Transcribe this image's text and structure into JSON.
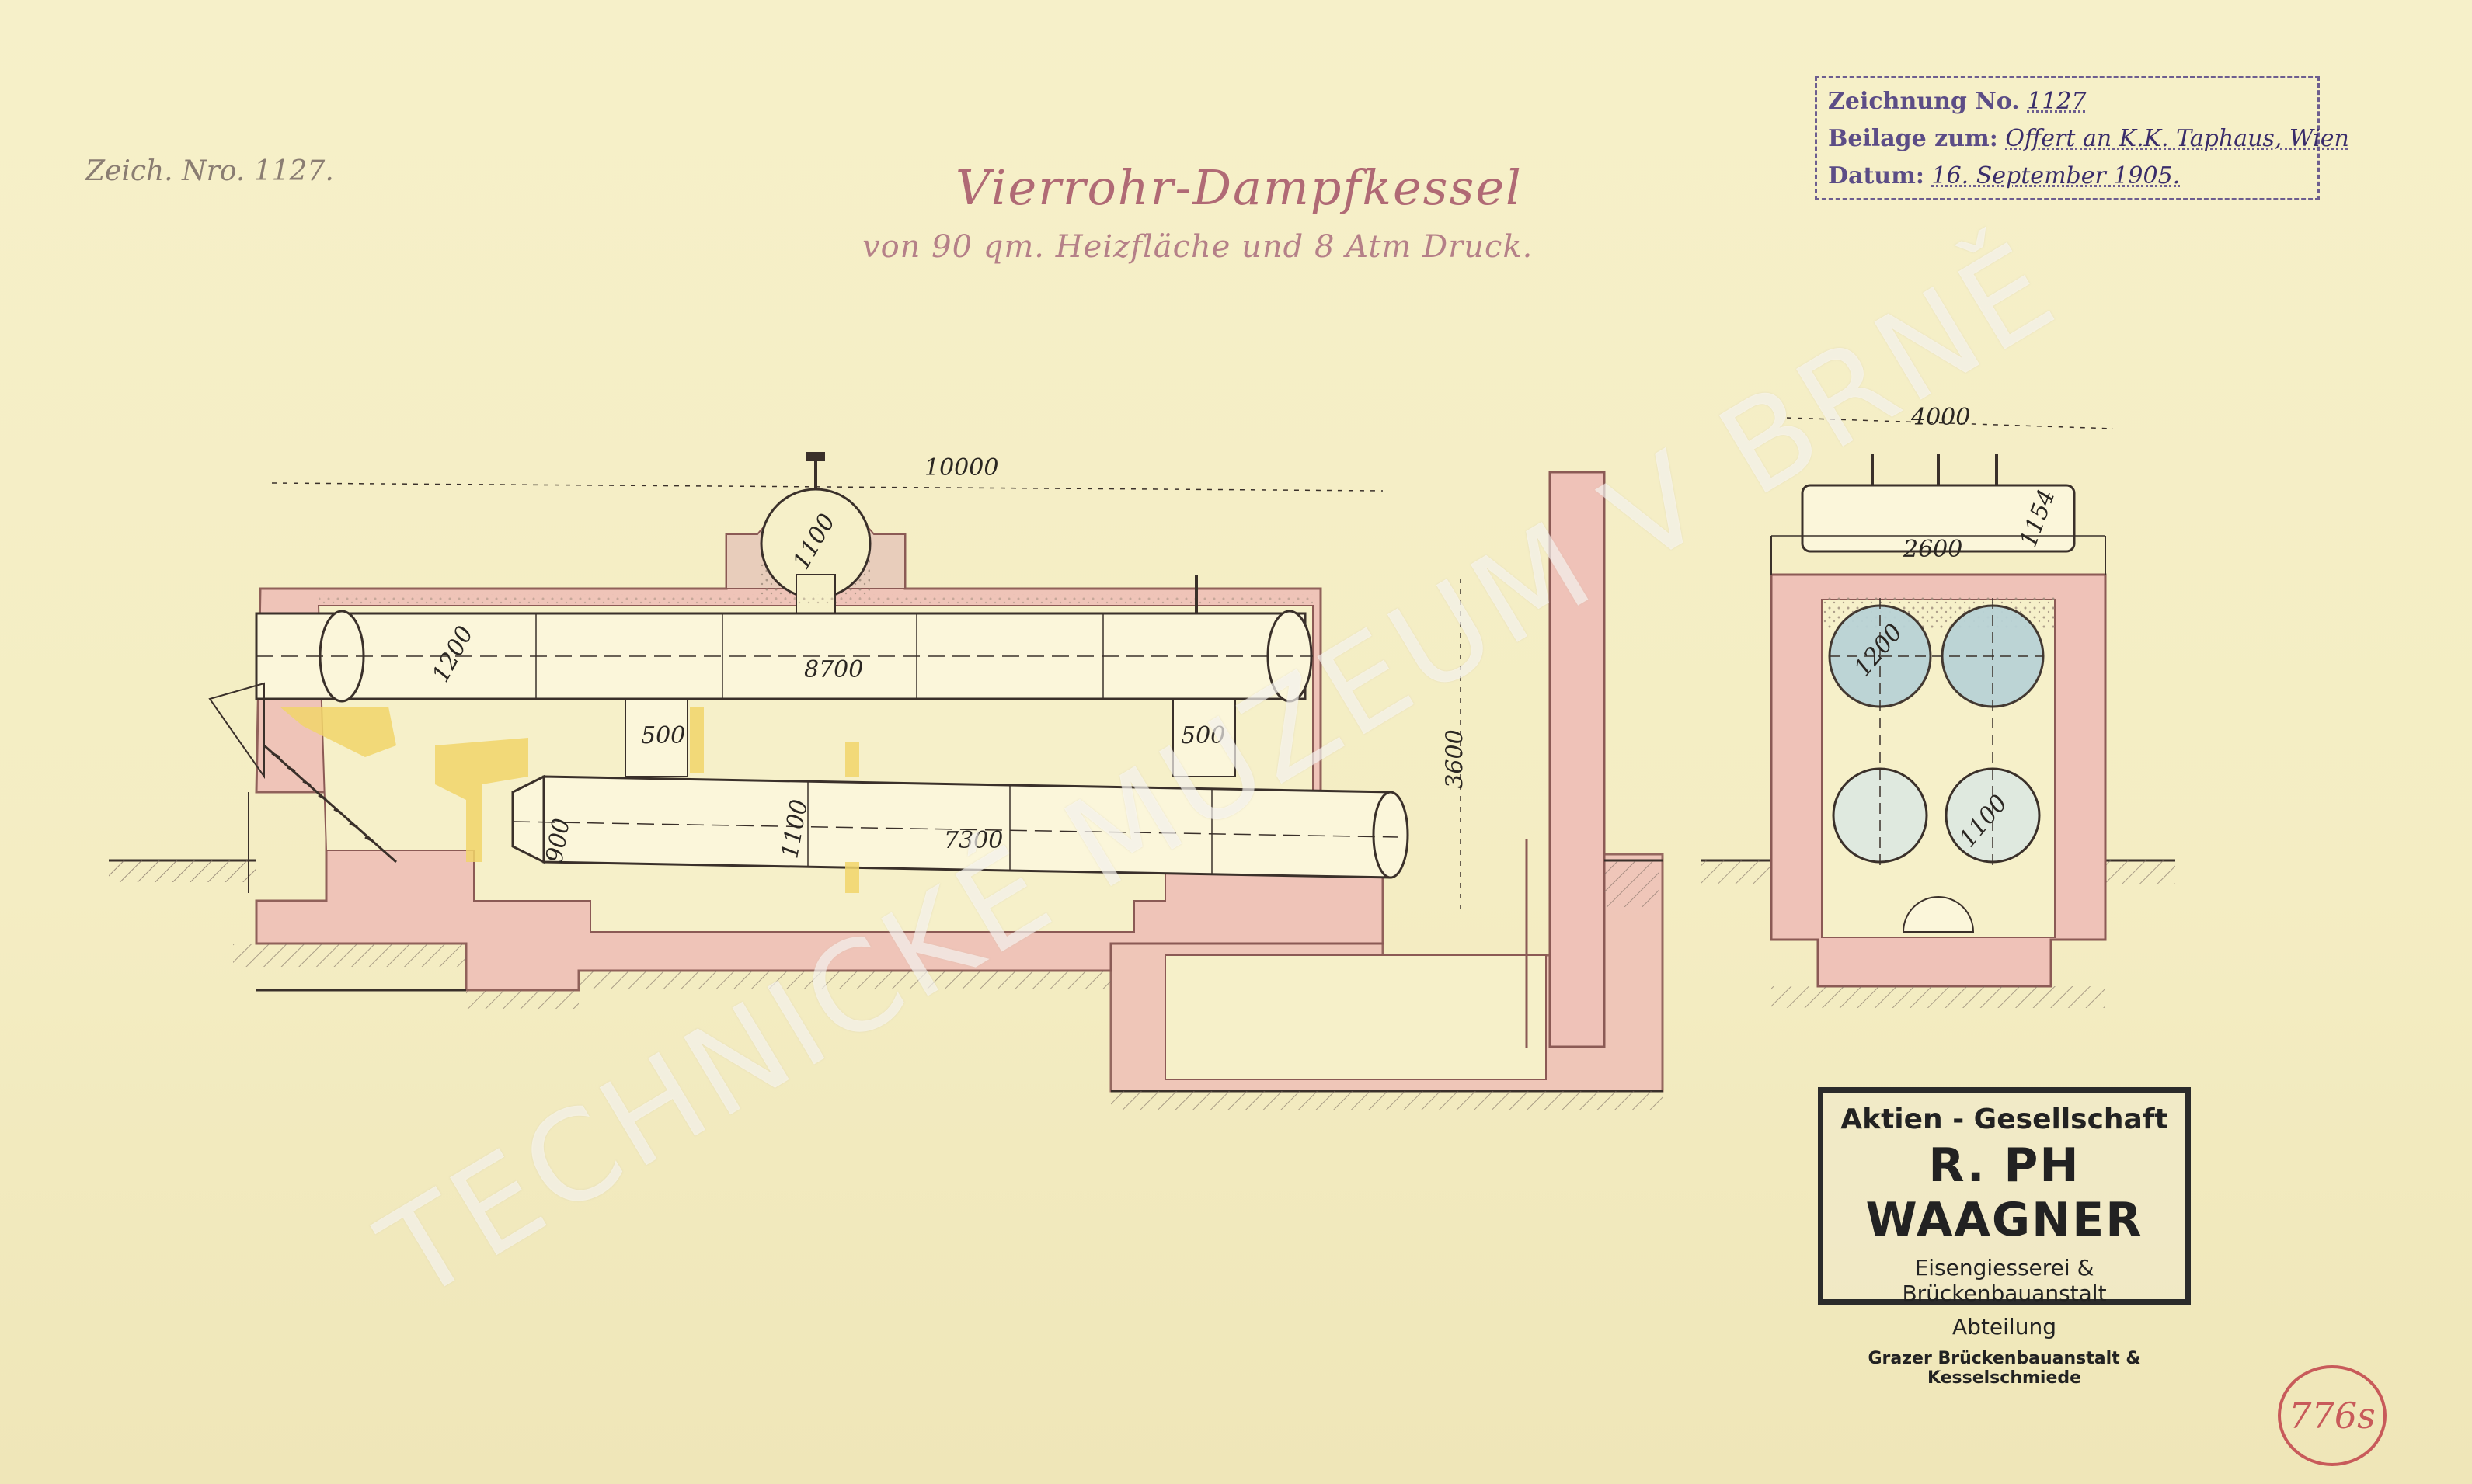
{
  "drawing_reference": "Zeich. Nro. 1127.",
  "title": "Vierrohr-Dampfkessel",
  "subtitle": "von 90 qm. Heizfläche und 8 Atm Druck.",
  "title_block": {
    "rows": [
      {
        "label": "Zeichnung No.",
        "value": "1127"
      },
      {
        "label": "Beilage zum:",
        "value": "Offert an K.K. Taphaus, Wien"
      },
      {
        "label": "Datum:",
        "value": "16. September 1905."
      }
    ]
  },
  "dimensions": {
    "overall_length": "10000",
    "dome": "1100",
    "upper_drum_dia": "1200",
    "upper_drum_length": "8700",
    "connector_left": "500",
    "connector_right": "500",
    "lower_drum_end": "900",
    "lower_drum_dia": "1100",
    "lower_drum_length": "7300",
    "chamber_height": "3600",
    "section_width": "4000",
    "section_height": "1154",
    "section_drum_spacing": "2600",
    "section_upper_dia": "1200",
    "section_lower_dia": "1100"
  },
  "company_stamp": {
    "line1": "Aktien - Gesellschaft",
    "line2": "R. PH WAAGNER",
    "line3": "Eisengiesserei & Brückenbauanstalt",
    "line4": "Abteilung",
    "line5": "Grazer Brückenbauanstalt & Kesselschmiede"
  },
  "inventory_number": "776s",
  "watermark": "TECHNICKÉ MUZEUM V BRNĚ",
  "colors": {
    "paper": "#f5efc6",
    "masonry": "#efc2b8",
    "insulation": "#e8cdbb",
    "yellow_wash": "#f1d56a",
    "blue_wash": "#b9d3d6",
    "ink": "#2a2622",
    "title_ink": "#b06a75",
    "stamp_ink": "#5c4d86"
  }
}
